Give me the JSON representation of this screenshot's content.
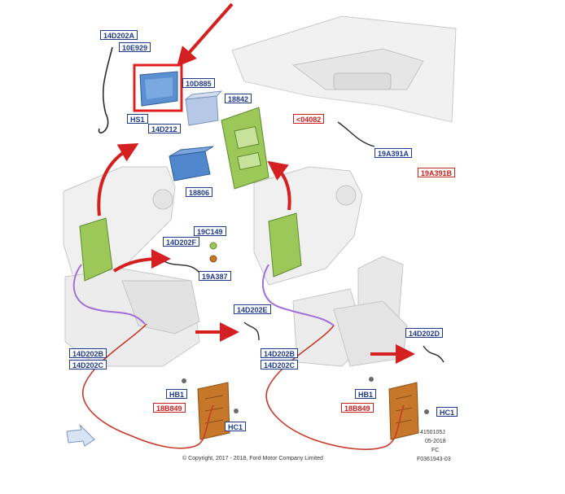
{
  "callouts": {
    "c14D202A": "14D202A",
    "c10E929": "10E929",
    "cHS1": "HS1",
    "c14D212": "14D212",
    "c10D885": "10D885",
    "c18842": "18842",
    "c18806": "18806",
    "c04082": "<04082",
    "c19A391A": "19A391A",
    "c19A391B": "19A391B",
    "c19C149": "19C149",
    "c14D202F": "14D202F",
    "c19A387": "19A387",
    "c14D202E": "14D202E",
    "c14D202B_l": "14D202B",
    "c14D202C_l": "14D202C",
    "c14D202B_r": "14D202B",
    "c14D202C_r": "14D202C",
    "c14D202D": "14D202D",
    "cHB1_l": "HB1",
    "c18B849_l": "18B849",
    "cHC1_l": "HC1",
    "cHB1_r": "HB1",
    "c18B849_r": "18B849",
    "cHC1_r": "HC1"
  },
  "footer": {
    "copyright": "© Copyright, 2017 - 2018, Ford Motor Company Limited",
    "ref_code": "4150105J",
    "date": "05-2018",
    "fc": "FC",
    "figure_id": "F0361943-03"
  },
  "colors": {
    "callout_blue": "#1f3a8a",
    "callout_red": "#cc1f1f",
    "arrow_red": "#d42020",
    "harness_red": "#c83a2a",
    "harness_purple": "#a070d8",
    "bezel_green": "#9cc85a",
    "module_blue": "#5a8fd0",
    "bracket_orange": "#c7772a"
  }
}
